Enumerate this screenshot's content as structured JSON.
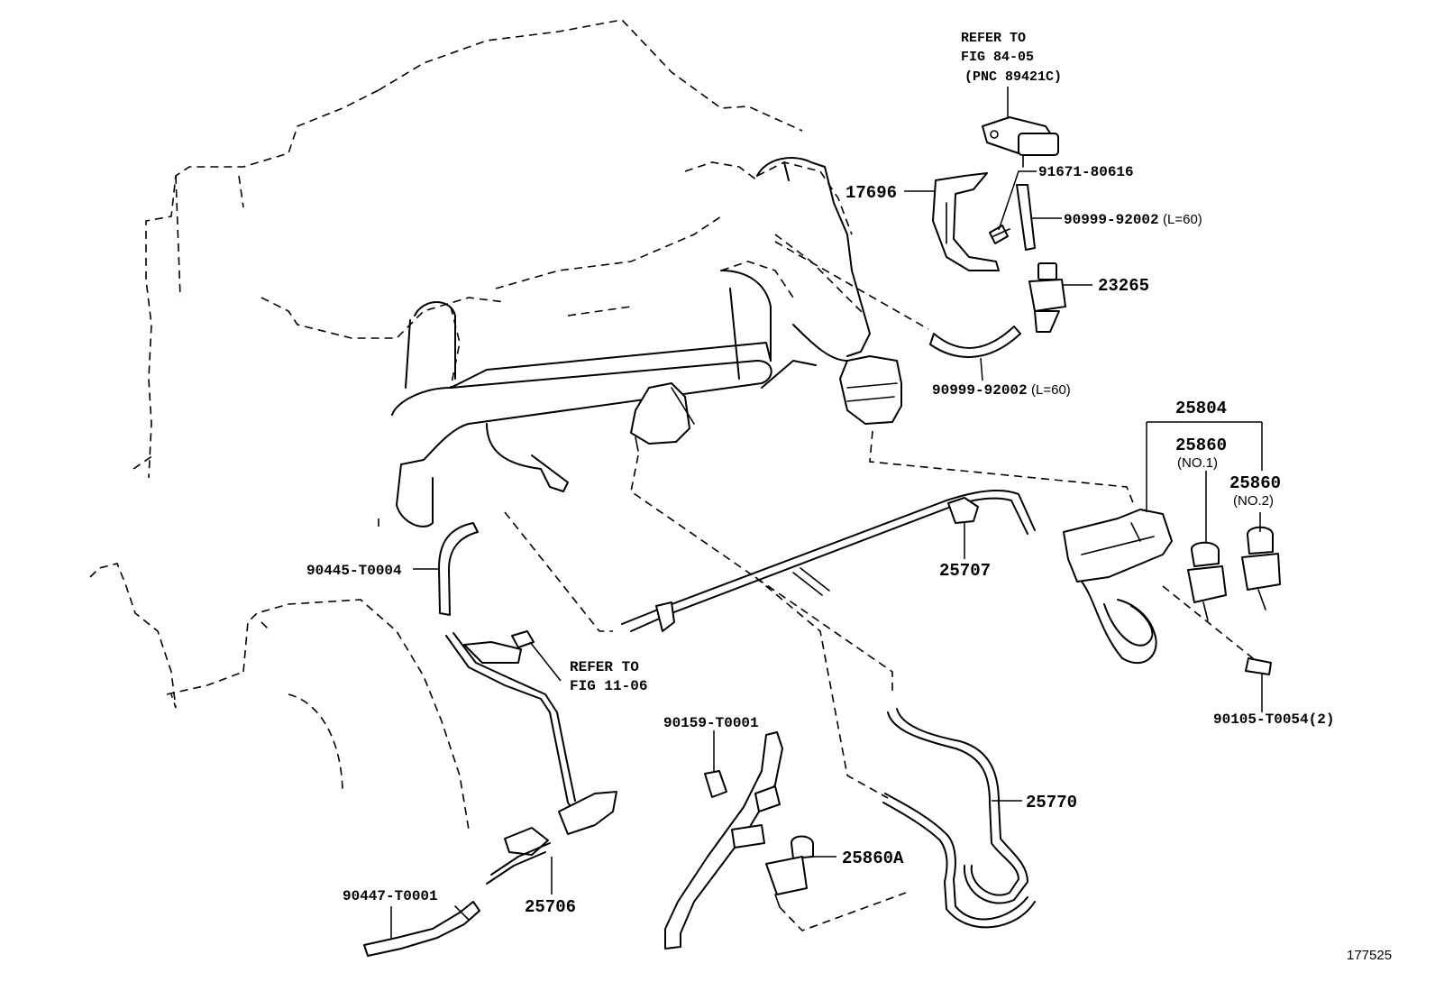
{
  "labels": {
    "refer_fig84": [
      "REFER TO",
      "FIG 84-05",
      "(PNC 89421C)"
    ],
    "p91671": "91671-80616",
    "p17696": "17696",
    "p90999_top": "90999-92002",
    "p90999_top_len": "(L=60)",
    "p23265": "23265",
    "p90999_mid": "90999-92002",
    "p90999_mid_len": "(L=60)",
    "p25804": "25804",
    "p25860_no1": "25860",
    "no1": "(NO.1)",
    "p25860_no2": "25860",
    "no2": "(NO.2)",
    "p25707": "25707",
    "p90445": "90445-T0004",
    "refer_fig11": [
      "REFER TO",
      "FIG 11-06"
    ],
    "p90105": "90105-T0054(2)",
    "p90159": "90159-T0001",
    "p25770": "25770",
    "p25860A": "25860A",
    "p90447": "90447-T0001",
    "p25706": "25706",
    "figure_number": "177525"
  }
}
